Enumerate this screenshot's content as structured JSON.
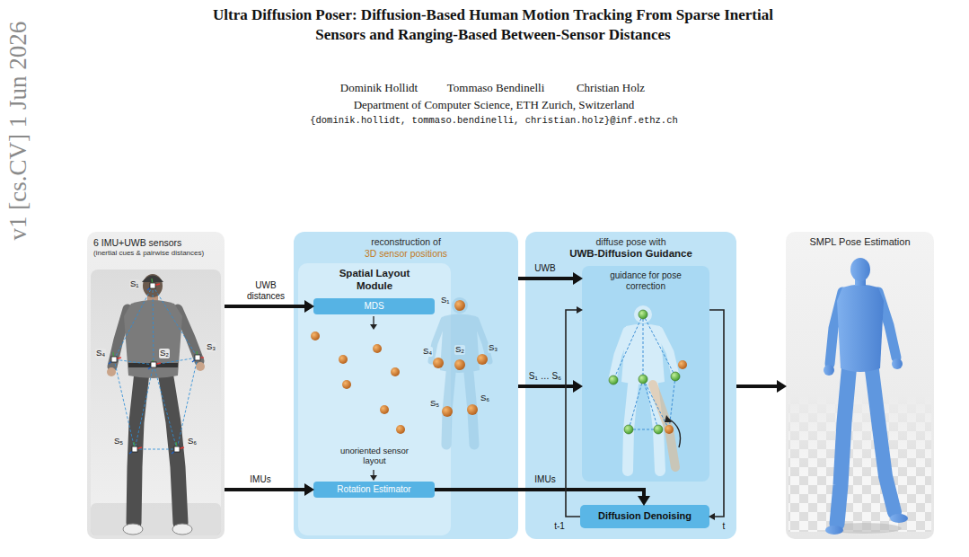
{
  "diagram": {
    "title": "Ultra Diffusion Poser: Diffusion-Based Human Motion Tracking From Sparse Inertial Sensors and Ranging-Based Between-Sensor Distances",
    "nodes": [
      {
        "text": [
          "6 IMU+UWB sensors",
          "(inertial cues & pairwise distances)"
        ]
      },
      {
        "text": [
          "reconstruction of",
          "3D sensor positions"
        ]
      },
      {
        "text": [
          "Spatial Layout Module"
        ],
        "in": 1
      },
      {
        "text": [
          "MDS"
        ],
        "in": 2
      },
      {
        "text": [
          "Rotation Estimator"
        ],
        "in": 2
      },
      {
        "text": [
          "diffuse pose with",
          "UWB-Diffusion Guidance"
        ]
      },
      {
        "text": [
          "guidance for pose correction"
        ],
        "in": 5
      },
      {
        "text": [
          "Diffusion Denoising"
        ],
        "in": 5
      },
      {
        "text": [
          "SMPL Pose Estimation"
        ]
      }
    ],
    "edges": [
      {
        "from": 0,
        "to": 3,
        "arrow": "to",
        "label": "UWB distances"
      },
      {
        "from": 0,
        "to": 4,
        "arrow": "to",
        "label": "IMUs"
      },
      {
        "from": 1,
        "to": 6,
        "arrow": "to",
        "label": "UWB"
      },
      {
        "from": 1,
        "to": 6,
        "arrow": "to",
        "label": "S₁ … S₆"
      },
      {
        "from": 4,
        "to": 7,
        "arrow": "to",
        "label": "IMUs"
      },
      {
        "from": 7,
        "to": 6,
        "arrow": "to",
        "label": "t-1"
      },
      {
        "from": 6,
        "to": 7,
        "arrow": "to",
        "label": "t"
      },
      {
        "from": 5,
        "to": 8,
        "arrow": "to"
      }
    ],
    "labels": [
      "Dominik Hollidt",
      "Tommaso Bendinelli",
      "Christian Holz",
      "Department of Computer Science, ETH Zurich, Switzerland",
      "{dominik.hollidt, tommaso.bendinelli, christian.holz}@inf.ethz.ch",
      "v1 [cs.CV] 1 Jun 2026",
      "S₁",
      "S₂",
      "S₃",
      "S₄",
      "S₅",
      "S₆",
      "unoriented sensor layout",
      "S₁",
      "S₄",
      "S₂",
      "S₃",
      "S₅",
      "S₆"
    ]
  }
}
